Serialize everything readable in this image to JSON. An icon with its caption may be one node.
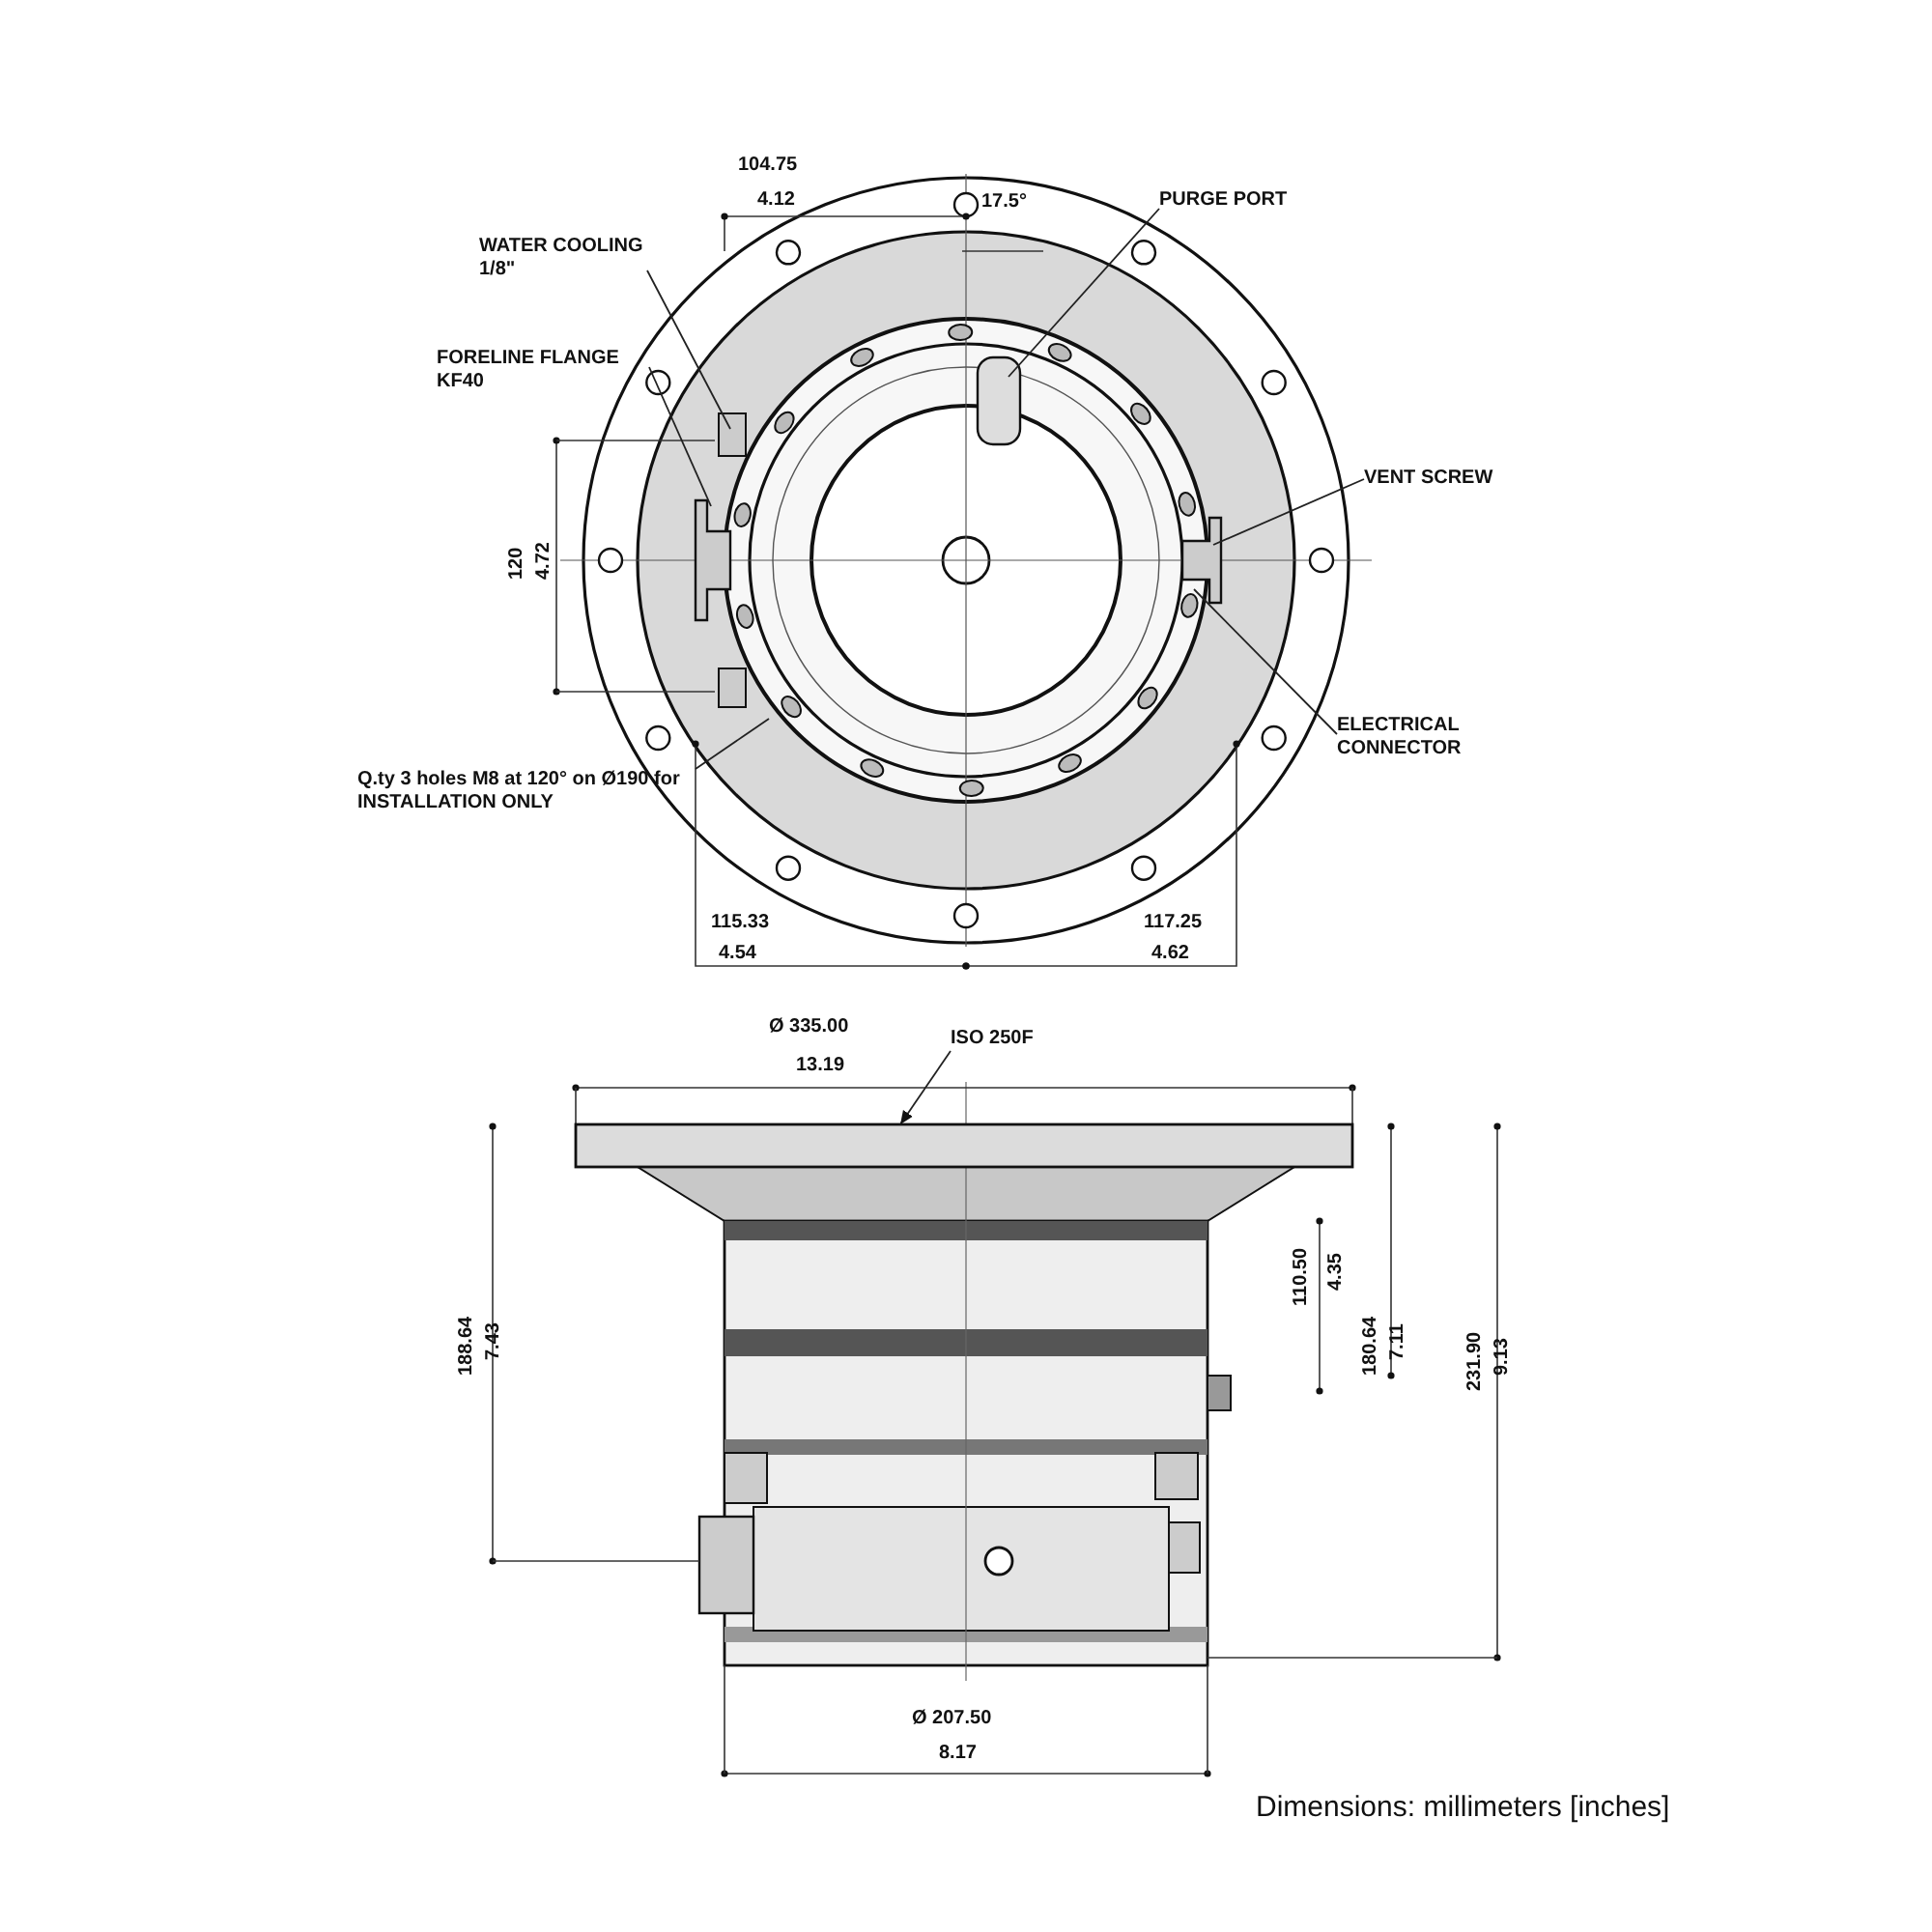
{
  "diagram": {
    "caption": "Dimensions: millimeters [inches]",
    "nodes": [
      {
        "text": [
          "WATER COOLING 1/8\""
        ]
      },
      {
        "text": [
          "PURGE PORT"
        ]
      },
      {
        "text": [
          "FORELINE FLANGE KF40"
        ]
      },
      {
        "text": [
          "VENT SCREW"
        ]
      },
      {
        "text": [
          "ELECTRICAL CONNECTOR"
        ]
      },
      {
        "text": [
          "Q.ty 3 holes M8 at 120° on Ø190 for INSTALLATION ONLY"
        ]
      },
      {
        "text": [
          "ISO 250F"
        ]
      },
      {
        "text": [],
        "shape": "box"
      }
    ],
    "edges": [
      {
        "from": 0,
        "to": null,
        "arrow": "none"
      },
      {
        "from": 1,
        "to": null,
        "arrow": "none"
      },
      {
        "from": 2,
        "to": null,
        "arrow": "none"
      },
      {
        "from": 3,
        "to": null,
        "arrow": "none"
      },
      {
        "from": 4,
        "to": null,
        "arrow": "none"
      },
      {
        "from": 5,
        "to": null,
        "arrow": "none"
      },
      {
        "from": 6,
        "to": 7,
        "arrow": "to"
      }
    ],
    "labels": [
      "104.75",
      "4.12",
      "17.5°",
      "120",
      "4.72",
      "115.33",
      "4.54",
      "117.25",
      "4.62",
      "Ø 335.00",
      "13.19",
      "188.64",
      "7.43",
      "110.50",
      "4.35",
      "180.64",
      "7.11",
      "231.90",
      "9.13",
      "Ø 207.50",
      "8.17"
    ]
  }
}
